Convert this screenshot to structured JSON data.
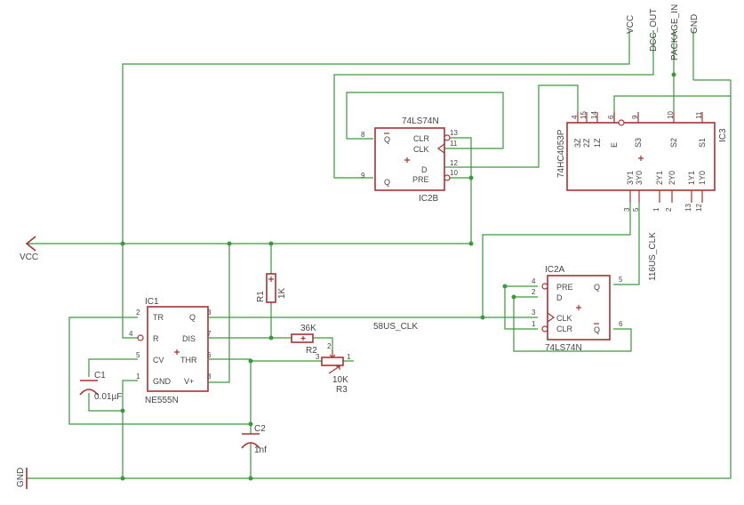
{
  "nets": {
    "vcc_top": "VCC",
    "dcc_out": "DCC_OUT",
    "package_in": "PACKAGE_IN",
    "gnd_top": "GND",
    "vcc_left": "VCC",
    "gnd_left": "GND",
    "clk_58us": "58US_CLK",
    "clk_116us": "116US_CLK"
  },
  "ic1": {
    "name": "IC1",
    "value": "NE555N",
    "pins": {
      "tr": "TR",
      "r": "R",
      "cv": "CV",
      "gnd": "GND",
      "q": "Q",
      "dis": "DIS",
      "thr": "THR",
      "vplus": "V+"
    },
    "nums": {
      "tr": "2",
      "r": "4",
      "cv": "5",
      "gnd": "1",
      "q": "3",
      "dis": "7",
      "thr": "6",
      "vplus": "8"
    }
  },
  "ic2b": {
    "name": "IC2B",
    "value": "74LS74N",
    "pins": {
      "q": "Q",
      "qbar": "Q",
      "clr": "CLR",
      "clk": "CLK",
      "d": "D",
      "pre": "PRE"
    },
    "nums": {
      "q": "9",
      "qbar": "8",
      "clr": "13",
      "clk": "11",
      "d": "12",
      "pre": "10"
    }
  },
  "ic2a": {
    "name": "IC2A",
    "value": "74LS74N",
    "pins": {
      "pre": "PRE",
      "d": "D",
      "clk": "CLK",
      "clr": "CLR",
      "q": "Q",
      "qbar": "Q"
    },
    "nums": {
      "pre": "4",
      "d": "2",
      "clk": "3",
      "clr": "1",
      "q": "5",
      "qbar": "6"
    }
  },
  "ic3": {
    "name": "IC3",
    "value": "74HC4053P",
    "top_pins": [
      {
        "label": "3Z",
        "num": "4"
      },
      {
        "label": "2Z",
        "num": "15"
      },
      {
        "label": "1Z",
        "num": "14"
      },
      {
        "label": "E",
        "num": "6"
      },
      {
        "label": "S3",
        "num": "9"
      },
      {
        "label": "S2",
        "num": "10"
      },
      {
        "label": "S1",
        "num": "11"
      }
    ],
    "bottom_pins": [
      {
        "label": "3Y1",
        "num": "3"
      },
      {
        "label": "3Y0",
        "num": "5"
      },
      {
        "label": "2Y1",
        "num": "1"
      },
      {
        "label": "2Y0",
        "num": "2"
      },
      {
        "label": "1Y1",
        "num": "13"
      },
      {
        "label": "1Y0",
        "num": "12"
      }
    ]
  },
  "r1": {
    "name": "R1",
    "value": "1K"
  },
  "r2": {
    "name": "R2",
    "value": "36K"
  },
  "r3": {
    "name": "R3",
    "value": "10K",
    "pins": [
      "2",
      "3",
      "1"
    ]
  },
  "c1": {
    "name": "C1",
    "value": "0.01µF"
  },
  "c2": {
    "name": "C2",
    "value": "1nf"
  }
}
